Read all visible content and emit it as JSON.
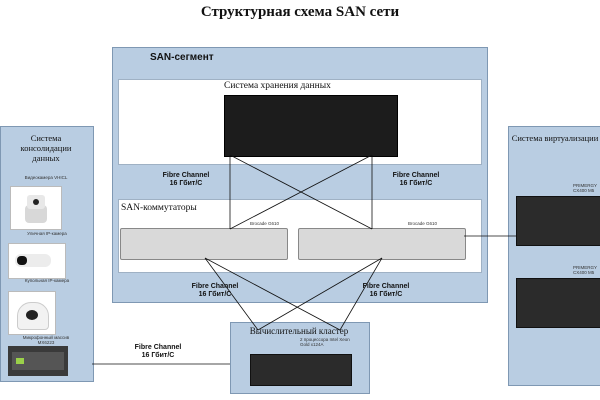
{
  "title": "Структурная схема SAN сети",
  "san_segment": {
    "label": "SAN-сегмент"
  },
  "storage": {
    "label": "Система хранения данных"
  },
  "switches": {
    "label": "SAN-коммутаторы",
    "switch1_model": "Brocade G610",
    "switch2_model": "Brocade G610"
  },
  "cluster": {
    "label": "Вычислительный кластер",
    "server_desc": "2 процессора Intel Xeon Gold x124A"
  },
  "left_panel": {
    "label": "Система консолидации данных",
    "devices": [
      {
        "label": "Видеокамера VHICL"
      },
      {
        "label": "Уличная IP-камера"
      },
      {
        "label": "Купольная IP-камера"
      },
      {
        "label": "Микрофонный массив MX6223"
      }
    ]
  },
  "right_panel": {
    "label": "Система виртуализации",
    "servers": [
      {
        "label": "PRIMERGY CX400 M5"
      },
      {
        "label": "PRIMERGY CX400 M5"
      }
    ]
  },
  "links": {
    "fc_storage_left": [
      "Fibre Channel",
      "16 Гбит/С"
    ],
    "fc_storage_right": [
      "Fibre Channel",
      "16 Гбит/С"
    ],
    "fc_cluster_left": [
      "Fibre Channel",
      "16 Гбит/С"
    ],
    "fc_cluster_right": [
      "Fibre Channel",
      "16 Гбит/С"
    ],
    "fc_left_panel": [
      "Fibre Channel",
      "16 Гбит/С"
    ]
  },
  "colors": {
    "panel": "#b9cde2",
    "panel_border": "#7f98b3",
    "device_dark": "#2b2b2b"
  }
}
